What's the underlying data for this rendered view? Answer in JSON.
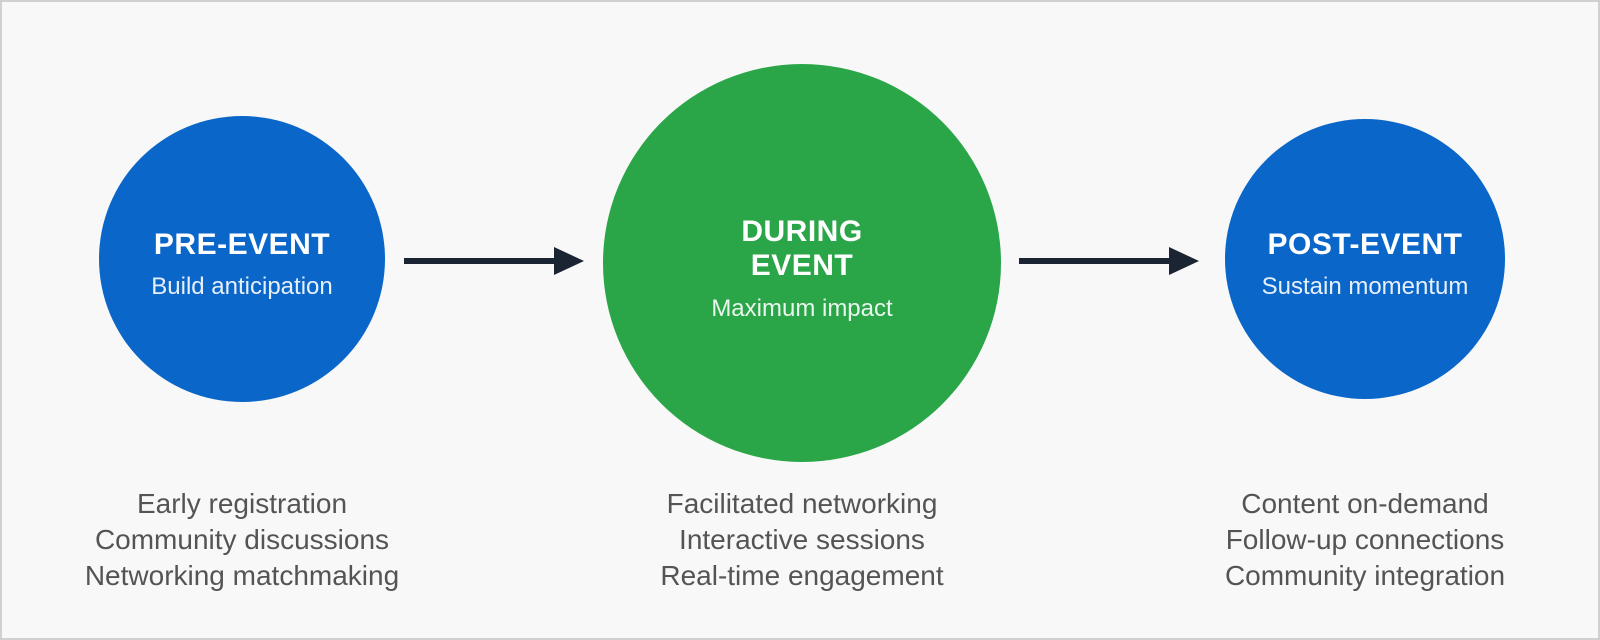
{
  "background_color": "#f8f8f8",
  "border_color": "#d0d0d2",
  "arrow_color": "#1b2432",
  "list_text_color": "#545456",
  "stages": [
    {
      "id": "pre-event",
      "title": "PRE-EVENT",
      "subtitle": "Build anticipation",
      "circle_color": "#0a66c8",
      "items": [
        "Early registration",
        "Community discussions",
        "Networking matchmaking"
      ]
    },
    {
      "id": "during-event",
      "title": "DURING EVENT",
      "subtitle": "Maximum impact",
      "circle_color": "#2aa648",
      "items": [
        "Facilitated networking",
        "Interactive sessions",
        "Real-time engagement"
      ]
    },
    {
      "id": "post-event",
      "title": "POST-EVENT",
      "subtitle": "Sustain momentum",
      "circle_color": "#0a66c8",
      "items": [
        "Content on-demand",
        "Follow-up connections",
        "Community integration"
      ]
    }
  ]
}
